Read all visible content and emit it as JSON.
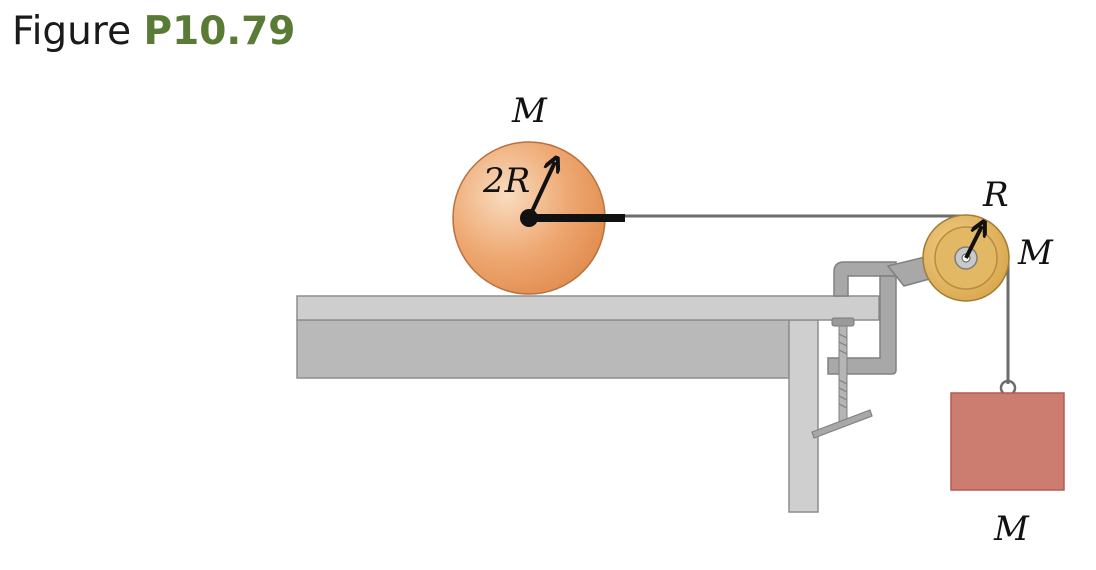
{
  "caption": {
    "prefix": "Figure",
    "number": "P10.79"
  },
  "labels": {
    "large_cylinder_mass": "M",
    "large_cylinder_radius": "2R",
    "pulley_radius": "R",
    "pulley_mass": "M",
    "hanging_block_mass": "M"
  },
  "colors": {
    "cylinder": "#e79a5f",
    "pulley": "#dcae55",
    "block": "#cd7c70",
    "table": "#b9b9b9",
    "clamp": "#a8a8a8",
    "string": "#6c6c6c",
    "figure_number": "#5a7b35"
  }
}
